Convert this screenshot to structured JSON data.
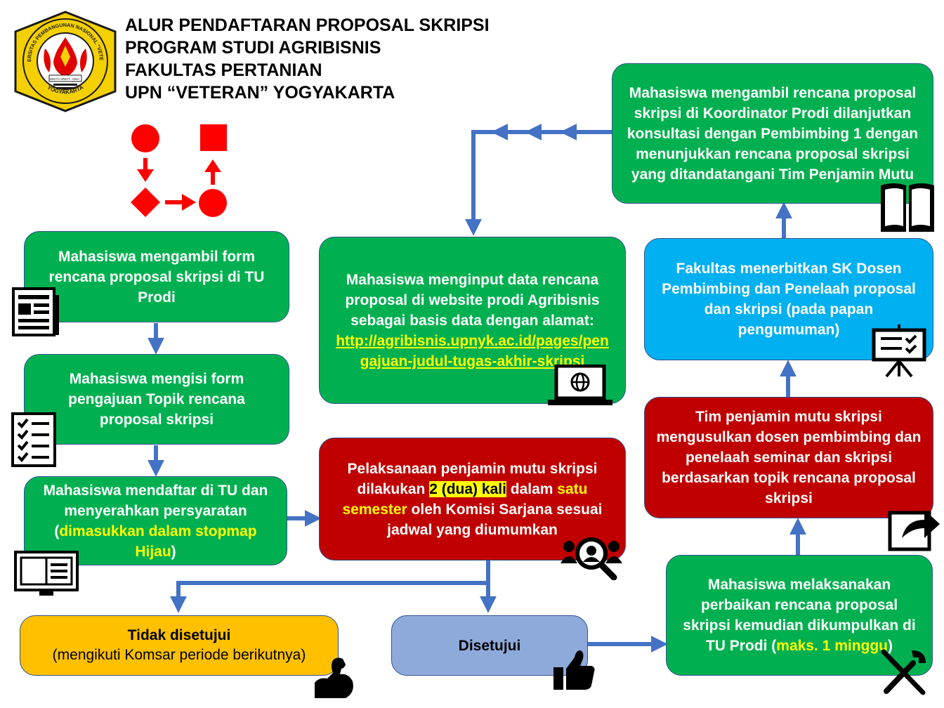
{
  "logo": {
    "ring_text_top": "UNIVERSITAS PEMBANGUNAN NASIONAL \"VETERAN\"",
    "ring_text_bottom": "YOGYAKARTA",
    "banner_left": "WIDYA",
    "banner_center": "MWAT",
    "banner_right": "SINA",
    "colors": {
      "gold": "#f5d000",
      "red": "#e00000",
      "dark": "#1a1a1a"
    }
  },
  "header": {
    "line1": "ALUR PENDAFTARAN PROPOSAL SKRIPSI",
    "line2": "PROGRAM STUDI AGRIBISNIS",
    "line3": "FAKULTAS PERTANIAN",
    "line4": "UPN “VETERAN” YOGYAKARTA"
  },
  "legend_icon": {
    "name": "flowchart-icon",
    "color": "#ff0000"
  },
  "steps": {
    "s1": {
      "text": "Mahasiswa mengambil form rencana proposal skripsi di TU Prodi",
      "icon": "form-document-icon"
    },
    "s2": {
      "text": "Mahasiswa mengisi form pengajuan Topik rencana proposal skripsi",
      "icon": "checklist-icon"
    },
    "s3": {
      "part1": "Mahasiswa mendaftar di TU dan menyerahkan persyaratan (",
      "highlight": "dimasukkan dalam stopmap Hijau",
      "part2": ")",
      "icon": "book-reader-icon"
    },
    "s4": {
      "part1": "Pelaksanaan penjamin mutu skripsi dilakukan ",
      "highlight1": "2 (dua) kali",
      "part2": " dalam ",
      "highlight2": "satu semester",
      "part3": " oleh Komisi Sarjana sesuai jadwal yang diumumkan",
      "icon": "search-people-icon"
    },
    "not_approved": {
      "title": "Tidak disetujui",
      "note": "(mengikuti Komsar periode berikutnya)",
      "icon": "flexed-arm-icon"
    },
    "approved": {
      "title": "Disetujui",
      "icon": "thumbs-up-icon"
    },
    "s5": {
      "part1": "Mahasiswa melaksanakan perbaikan rencana proposal skripsi kemudian dikumpulkan di TU Prodi (",
      "highlight": "maks. 1 minggu",
      "part2": ")",
      "icon": "tools-icon"
    },
    "s6": {
      "text": "Tim penjamin mutu skripsi mengusulkan dosen pembimbing dan penelaah seminar dan skripsi berdasarkan topik rencana proposal skripsi",
      "icon": "share-icon"
    },
    "s7": {
      "text": "Fakultas menerbitkan SK Dosen Pembimbing dan Penelaah proposal dan skripsi (pada papan pengumuman)",
      "icon": "presentation-board-icon"
    },
    "s8": {
      "text": "Mahasiswa mengambil rencana proposal skripsi di Koordinator Prodi dilanjutkan konsultasi dengan Pembimbing 1 dengan menunjukkan rencana proposal skripsi yang ditandatangani Tim Penjamin Mutu",
      "icon": "open-book-icon"
    },
    "s9": {
      "text": "Mahasiswa menginput data rencana proposal di website prodi Agribisnis sebagai basis data dengan alamat:",
      "link": "http://agribisnis.upnyk.ac.id/pages/pengajuan-judul-tugas-akhir-skripsi",
      "icon": "laptop-globe-icon"
    }
  },
  "colors": {
    "green": "#00b050",
    "red": "#c00000",
    "blue": "#00b0f0",
    "gold": "#ffc000",
    "lavender": "#8eaadb",
    "arrow": "#4472c4",
    "highlight": "#ffff00"
  }
}
